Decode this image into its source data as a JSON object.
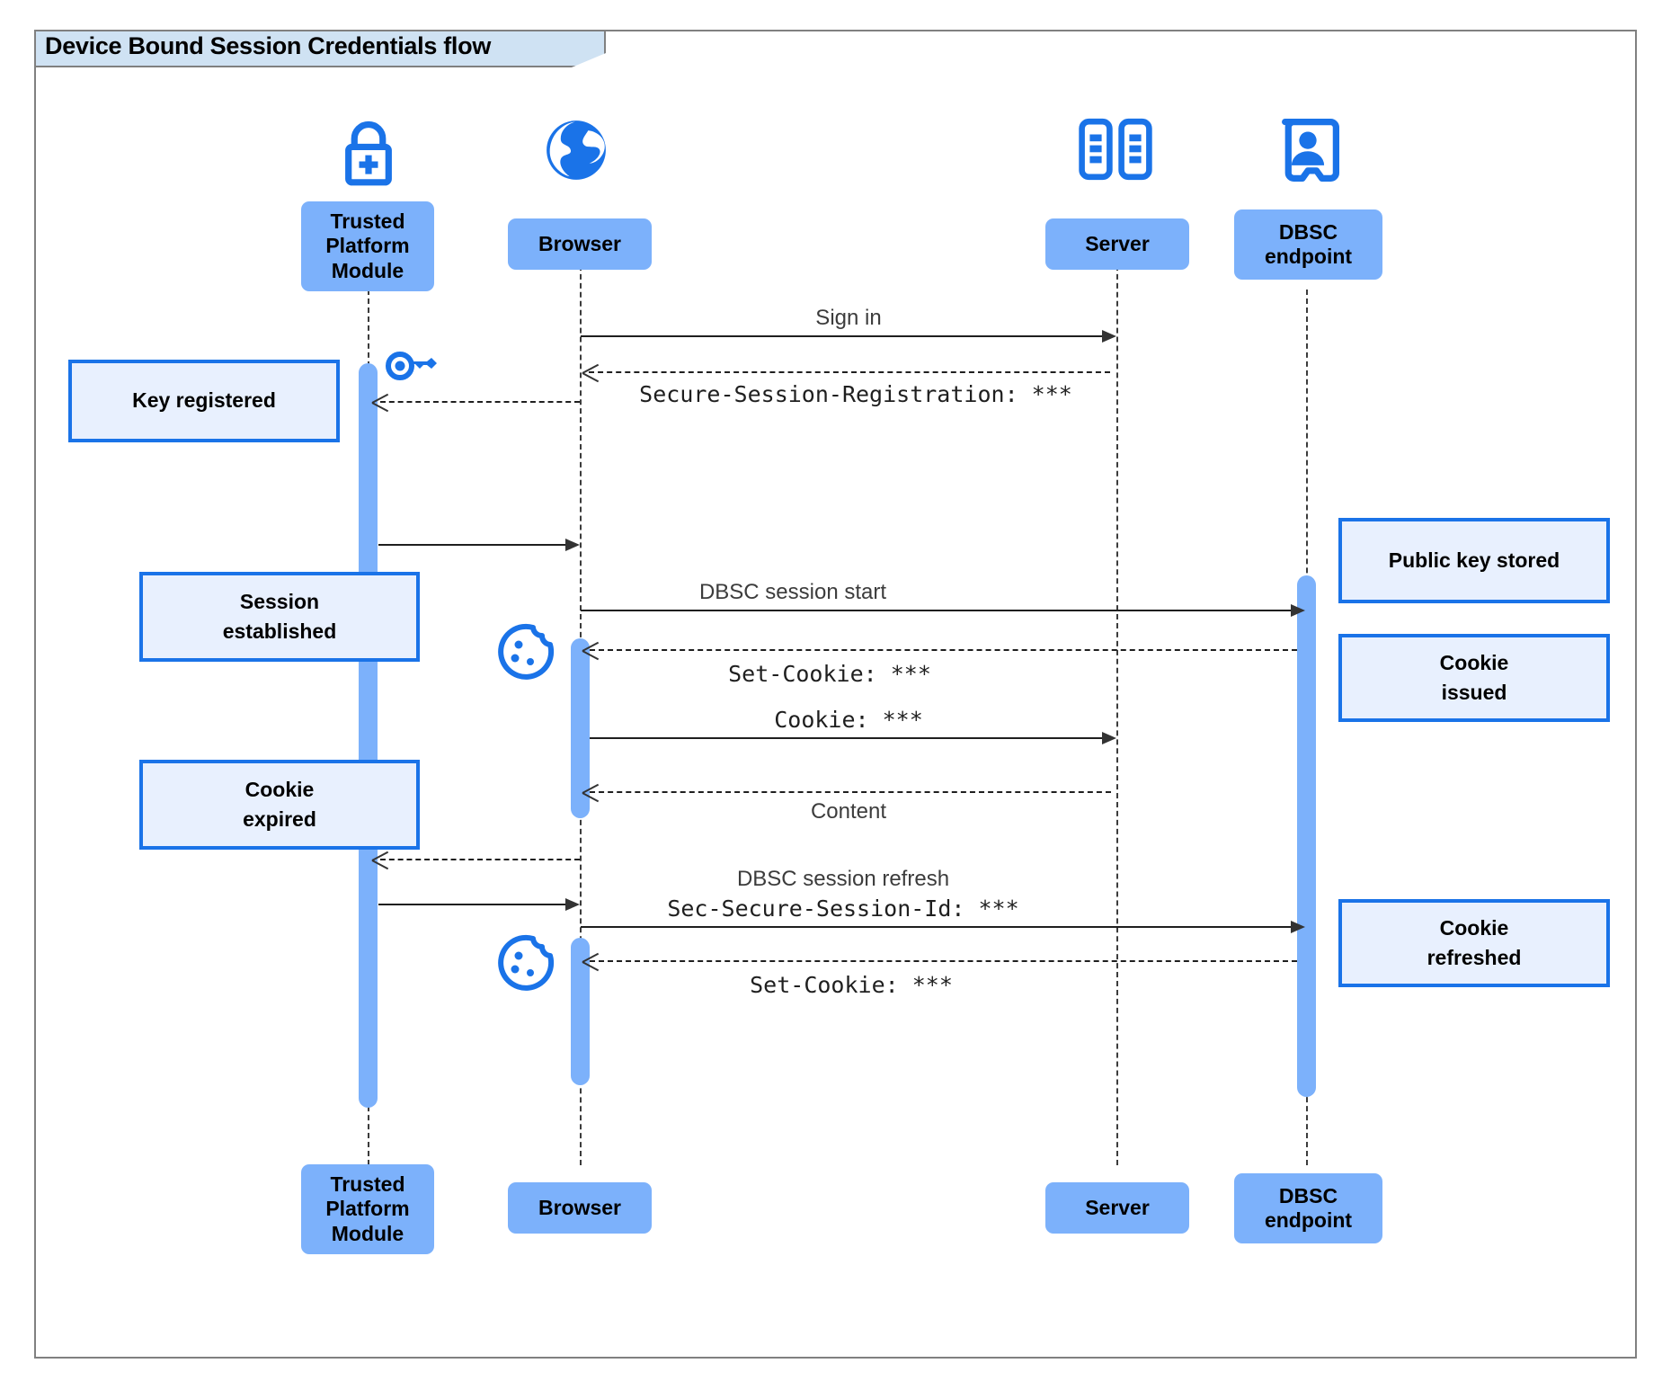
{
  "frame": {
    "title": "Device Bound Session Credentials flow",
    "border_color": "#808080",
    "tab_fill": "#cfe2f3"
  },
  "colors": {
    "participant_fill": "#7cb1fb",
    "note_fill": "#e8f0fe",
    "note_border": "#1a73e8",
    "icon_blue": "#1a73e8",
    "line": "#1f1f1f"
  },
  "participants": [
    {
      "id": "tpm",
      "label": "Trusted\nPlatform\nModule",
      "icon": "lock-plus-icon"
    },
    {
      "id": "browser",
      "label": "Browser",
      "icon": "globe-icon"
    },
    {
      "id": "server",
      "label": "Server",
      "icon": "server-rack-icon"
    },
    {
      "id": "dbsc",
      "label": "DBSC\nendpoint",
      "icon": "id-badge-icon"
    }
  ],
  "participants_bottom": [
    {
      "id": "tpm",
      "label": "Trusted\nPlatform\nModule"
    },
    {
      "id": "browser",
      "label": "Browser"
    },
    {
      "id": "server",
      "label": "Server"
    },
    {
      "id": "dbsc",
      "label": "DBSC\nendpoint"
    }
  ],
  "messages": [
    {
      "id": "sign-in",
      "label": "Sign in",
      "mono": false,
      "from": "browser",
      "to": "server",
      "style": "solid"
    },
    {
      "id": "secure-session-registration",
      "label": "Secure-Session-Registration: ***",
      "mono": true,
      "from": "server",
      "to": "browser",
      "style": "dashed"
    },
    {
      "id": "tpm-to-browser-key",
      "label": "",
      "mono": false,
      "from": "tpm",
      "to": "browser",
      "style": "solid"
    },
    {
      "id": "dbsc-session-start",
      "label": "DBSC session start",
      "mono": false,
      "from": "browser",
      "to": "dbsc",
      "style": "solid"
    },
    {
      "id": "set-cookie-1",
      "label": "Set-Cookie: ***",
      "mono": true,
      "from": "dbsc",
      "to": "browser",
      "style": "dashed"
    },
    {
      "id": "cookie-request",
      "label": "Cookie: ***",
      "mono": true,
      "from": "browser",
      "to": "server",
      "style": "solid"
    },
    {
      "id": "content",
      "label": "Content",
      "mono": false,
      "from": "server",
      "to": "browser",
      "style": "dashed"
    },
    {
      "id": "browser-to-tpm-sign",
      "label": "",
      "mono": false,
      "from": "browser",
      "to": "tpm",
      "style": "dashed"
    },
    {
      "id": "dbsc-session-refresh-1",
      "label": "DBSC session refresh",
      "mono": false,
      "from": "browser",
      "to": "dbsc",
      "style": "solid"
    },
    {
      "id": "dbsc-session-refresh-2",
      "label": "Sec-Secure-Session-Id: ***",
      "mono": true,
      "from": "browser",
      "to": "dbsc",
      "style": "solid"
    },
    {
      "id": "set-cookie-2",
      "label": "Set-Cookie: ***",
      "mono": true,
      "from": "dbsc",
      "to": "browser",
      "style": "dashed"
    }
  ],
  "notes": [
    {
      "id": "key-registered",
      "label": "Key registered",
      "side": "left"
    },
    {
      "id": "session-established",
      "label": "Session\nestablished",
      "side": "left"
    },
    {
      "id": "cookie-expired",
      "label": "Cookie\nexpired",
      "side": "left"
    },
    {
      "id": "public-key-stored",
      "label": "Public key stored",
      "side": "right"
    },
    {
      "id": "cookie-issued",
      "label": "Cookie\nissued",
      "side": "right"
    },
    {
      "id": "cookie-refreshed",
      "label": "Cookie\nrefreshed",
      "side": "right"
    }
  ],
  "inline_icons": [
    {
      "id": "key-icon-tpm",
      "name": "key-icon"
    },
    {
      "id": "cookie-icon-1",
      "name": "cookie-icon"
    },
    {
      "id": "cookie-icon-2",
      "name": "cookie-icon"
    }
  ]
}
